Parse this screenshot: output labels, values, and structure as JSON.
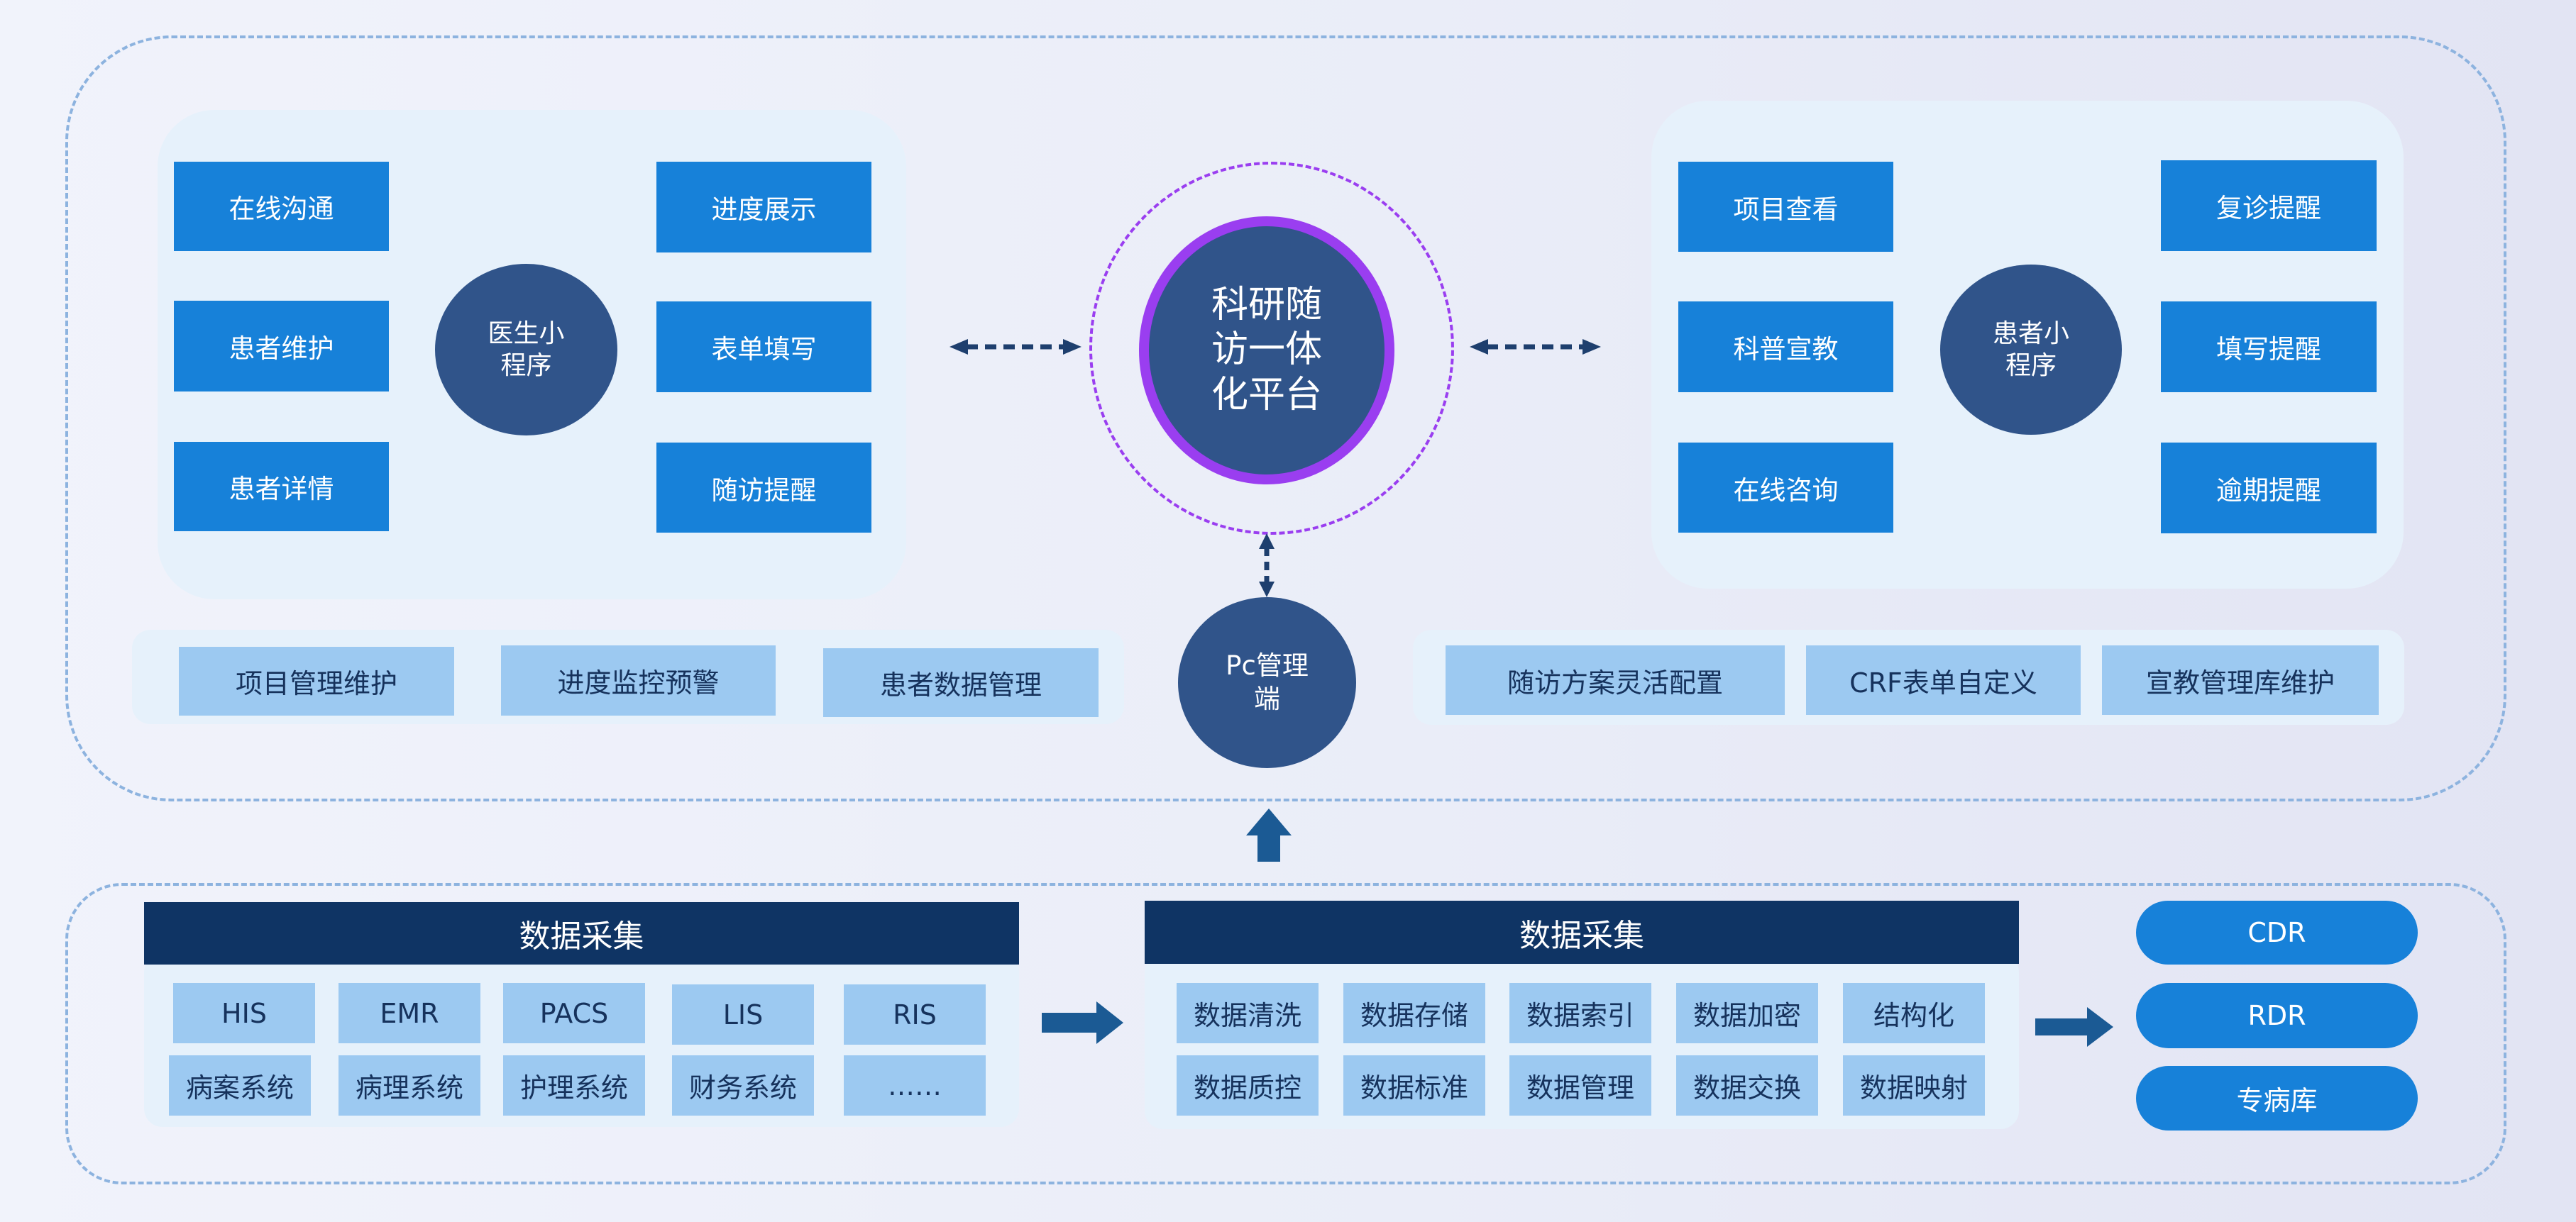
{
  "platform": {
    "core_label_line1": "科研随",
    "core_label_line2": "访一体",
    "core_label_line3": "化平台"
  },
  "doctor_app": {
    "label_line1": "医生小",
    "label_line2": "程序",
    "left_items": [
      "在线沟通",
      "患者维护",
      "患者详情"
    ],
    "right_items": [
      "进度展示",
      "表单填写",
      "随访提醒"
    ]
  },
  "patient_app": {
    "label_line1": "患者小",
    "label_line2": "程序",
    "left_items": [
      "项目查看",
      "科普宣教",
      "在线咨询"
    ],
    "right_items": [
      "复诊提醒",
      "填写提醒",
      "逾期提醒"
    ]
  },
  "pc_admin": {
    "label_line1": "Pc管理",
    "label_line2": "端"
  },
  "left_admin_features": [
    "项目管理维护",
    "进度监控预警",
    "患者数据管理"
  ],
  "right_admin_features": [
    "随访方案灵活配置",
    "CRF表单自定义",
    "宣教管理库维护"
  ],
  "data_collection": {
    "title": "数据采集",
    "row1": [
      "HIS",
      "EMR",
      "PACS",
      "LIS",
      "RIS"
    ],
    "row2": [
      "病案系统",
      "病理系统",
      "护理系统",
      "财务系统",
      "……"
    ]
  },
  "data_processing": {
    "title": "数据采集",
    "row1": [
      "数据清洗",
      "数据存储",
      "数据索引",
      "数据加密",
      "结构化"
    ],
    "row2": [
      "数据质控",
      "数据标准",
      "数据管理",
      "数据交换",
      "数据映射"
    ]
  },
  "outputs": [
    "CDR",
    "RDR",
    "专病库"
  ],
  "colors": {
    "accent_blue": "#1781d9",
    "light_blue": "#9cc9f1",
    "navy": "#0f3464",
    "circle_fill": "#30548a",
    "ring_purple": "#9a3ef0"
  }
}
